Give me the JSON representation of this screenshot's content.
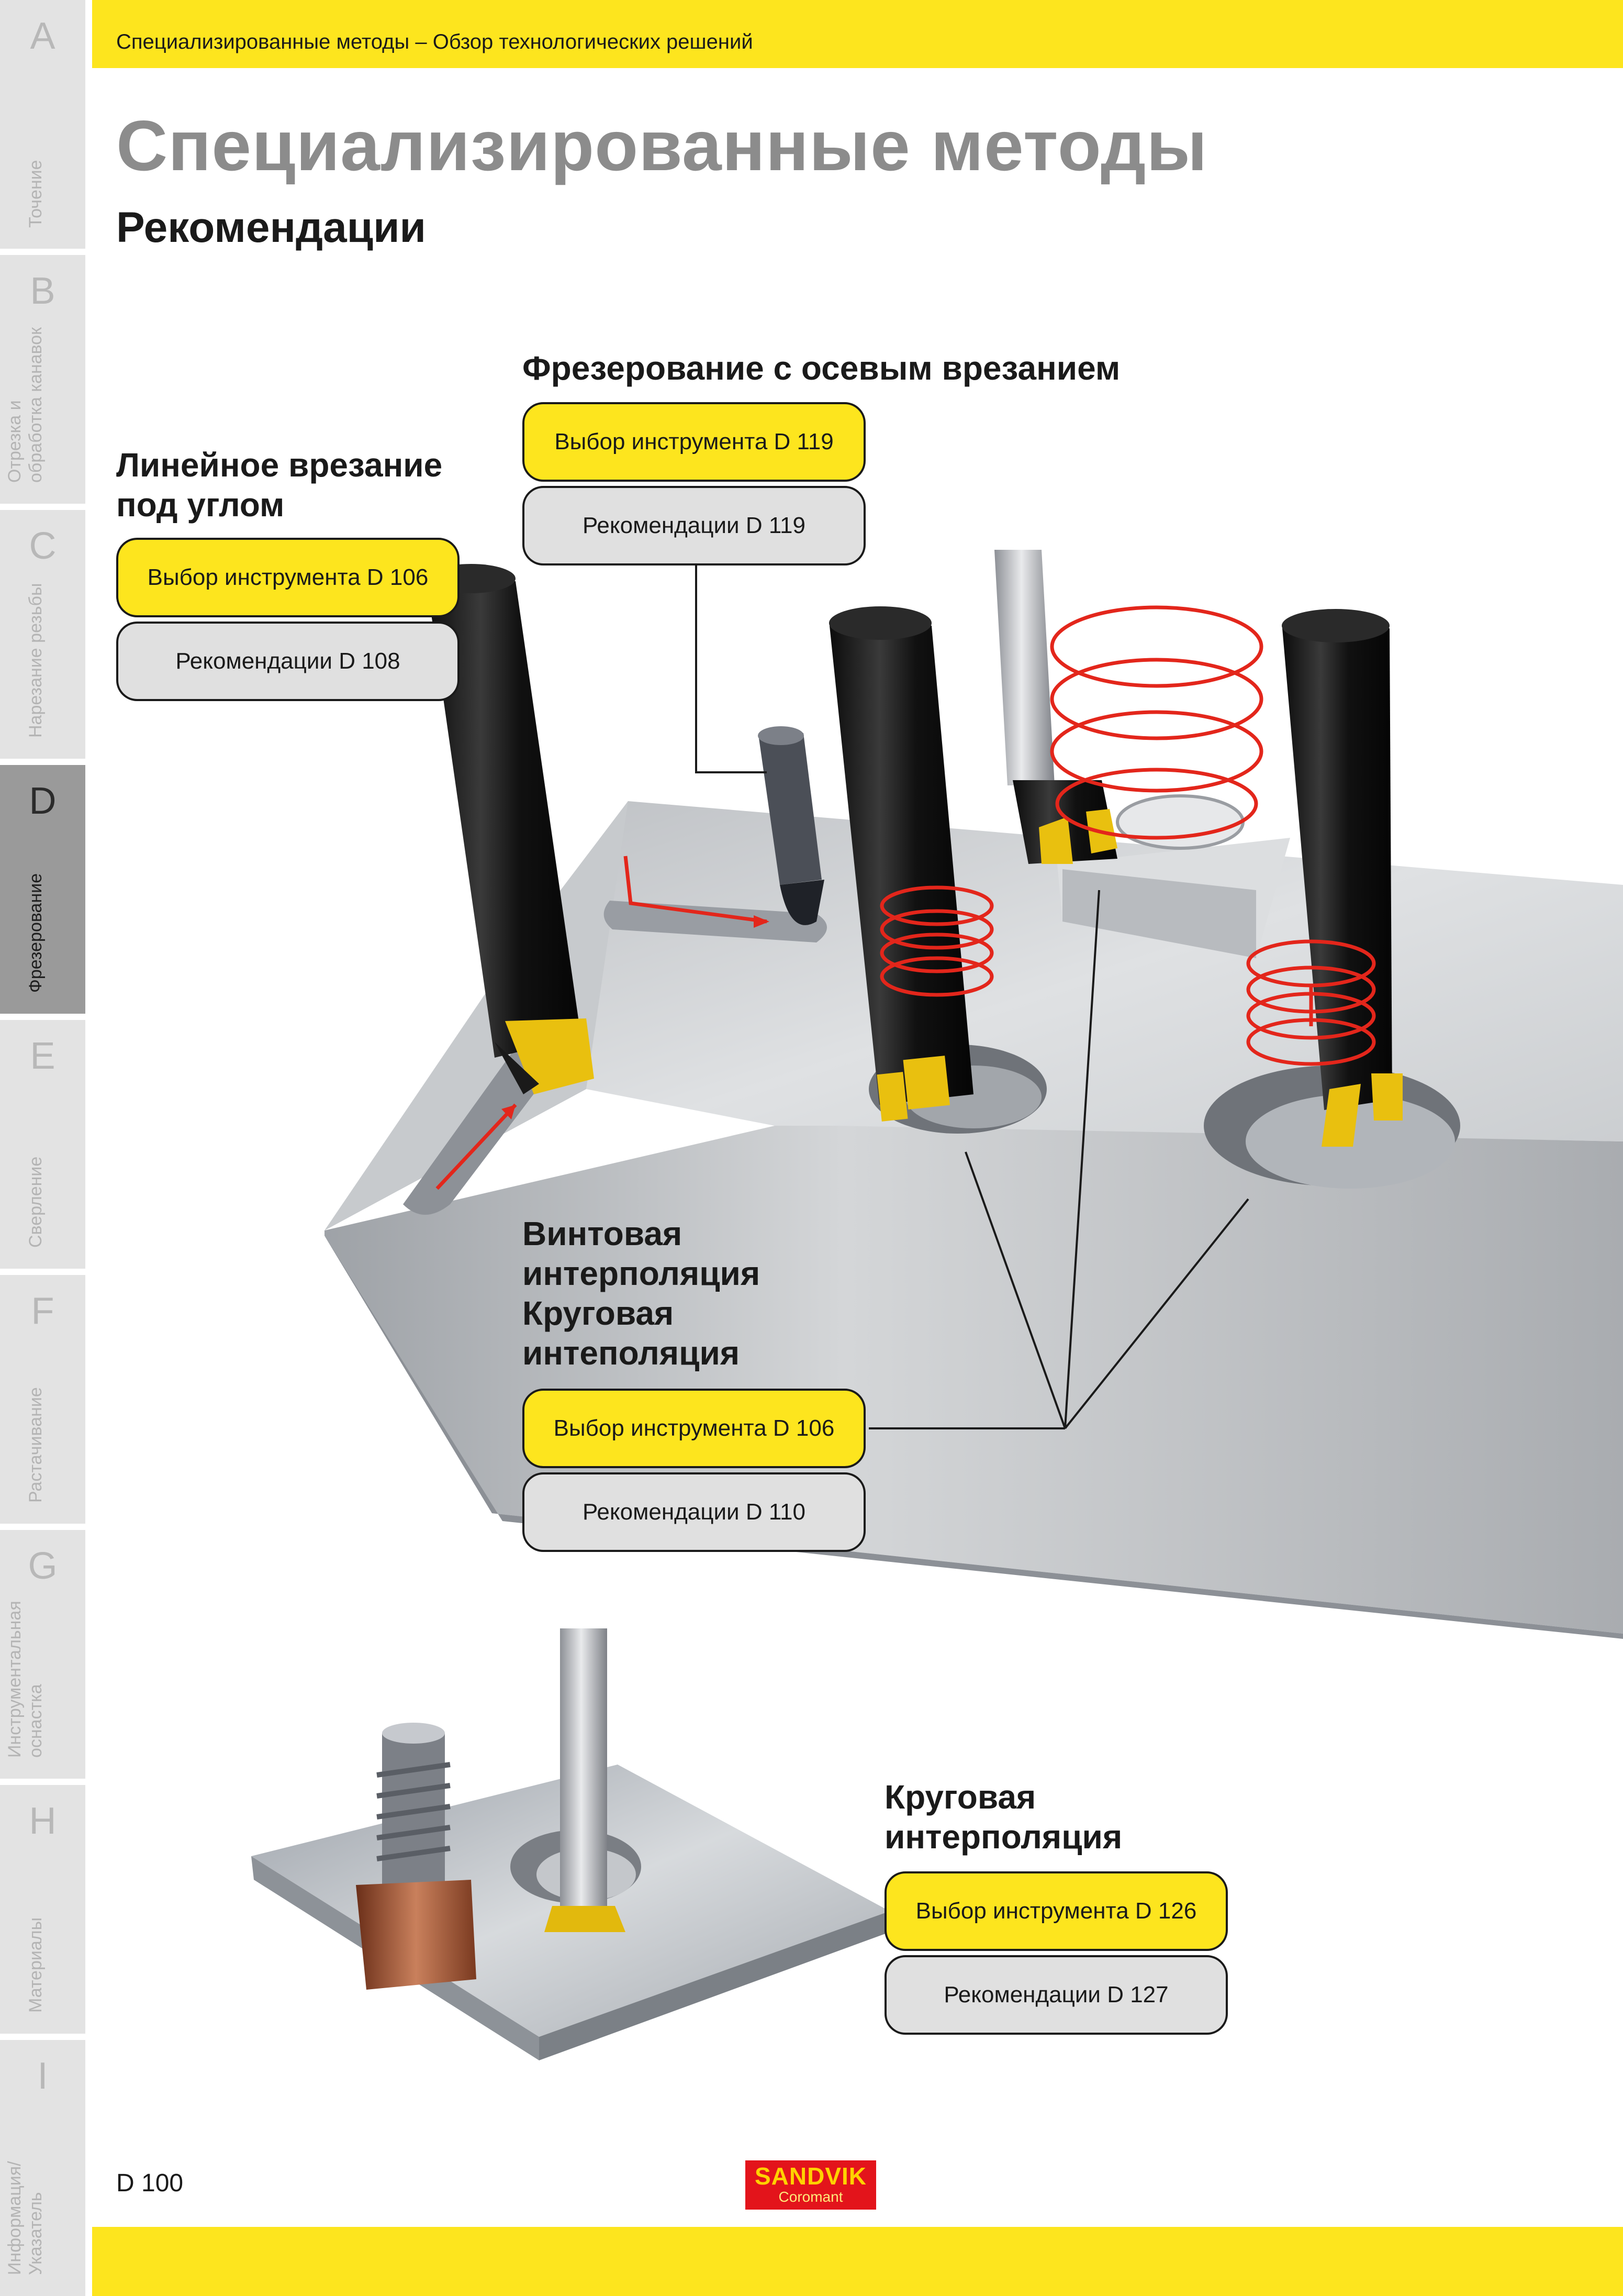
{
  "header": {
    "breadcrumb": "Специализированные методы – Обзор технологических решений"
  },
  "title": "Специализированные методы",
  "subtitle": "Рекомендации",
  "side_tabs": [
    {
      "letter": "A",
      "label": "Точение",
      "active": false
    },
    {
      "letter": "B",
      "label": "Отрезка и\nобработка канавок",
      "active": false
    },
    {
      "letter": "C",
      "label": "Нарезание резьбы",
      "active": false
    },
    {
      "letter": "D",
      "label": "Фрезерование",
      "active": true
    },
    {
      "letter": "E",
      "label": "Сверление",
      "active": false
    },
    {
      "letter": "F",
      "label": "Растачивание",
      "active": false
    },
    {
      "letter": "G",
      "label": "Инструментальная\nоснастка",
      "active": false
    },
    {
      "letter": "H",
      "label": "Материалы",
      "active": false
    },
    {
      "letter": "I",
      "label": "Информация/\nУказатель",
      "active": false
    }
  ],
  "callouts": {
    "plunge": {
      "title": "Фрезерование с осевым врезанием",
      "tool_selection": "Выбор инструмента D 119",
      "recommendations": "Рекомендации D 119"
    },
    "ramping": {
      "title_line1": "Линейное врезание",
      "title_line2": "под углом",
      "tool_selection": "Выбор инструмента D 106",
      "recommendations": "Рекомендации D 108"
    },
    "helical": {
      "title_line1": "Винтовая",
      "title_line2": "интерполяция",
      "title_line3": "Круговая",
      "title_line4": "интеполяция",
      "tool_selection": "Выбор инструмента D 106",
      "recommendations": "Рекомендации D 110"
    },
    "circular": {
      "title_line1": "Круговая",
      "title_line2": "интерполяция",
      "tool_selection": "Выбор инструмента D 126",
      "recommendations": "Рекомендации D 127"
    }
  },
  "footer": {
    "page_number": "D 100",
    "logo_line1": "SANDVIK",
    "logo_line2": "Coromant"
  },
  "colors": {
    "accent_yellow": "#fde51e",
    "pill_grey": "#e0e0e0",
    "tab_grey": "#e3e3e3",
    "tab_active": "#9a9a9a",
    "title_grey": "#8c8c8c",
    "toolpath_red": "#e3261b",
    "logo_red": "#e3141b"
  }
}
